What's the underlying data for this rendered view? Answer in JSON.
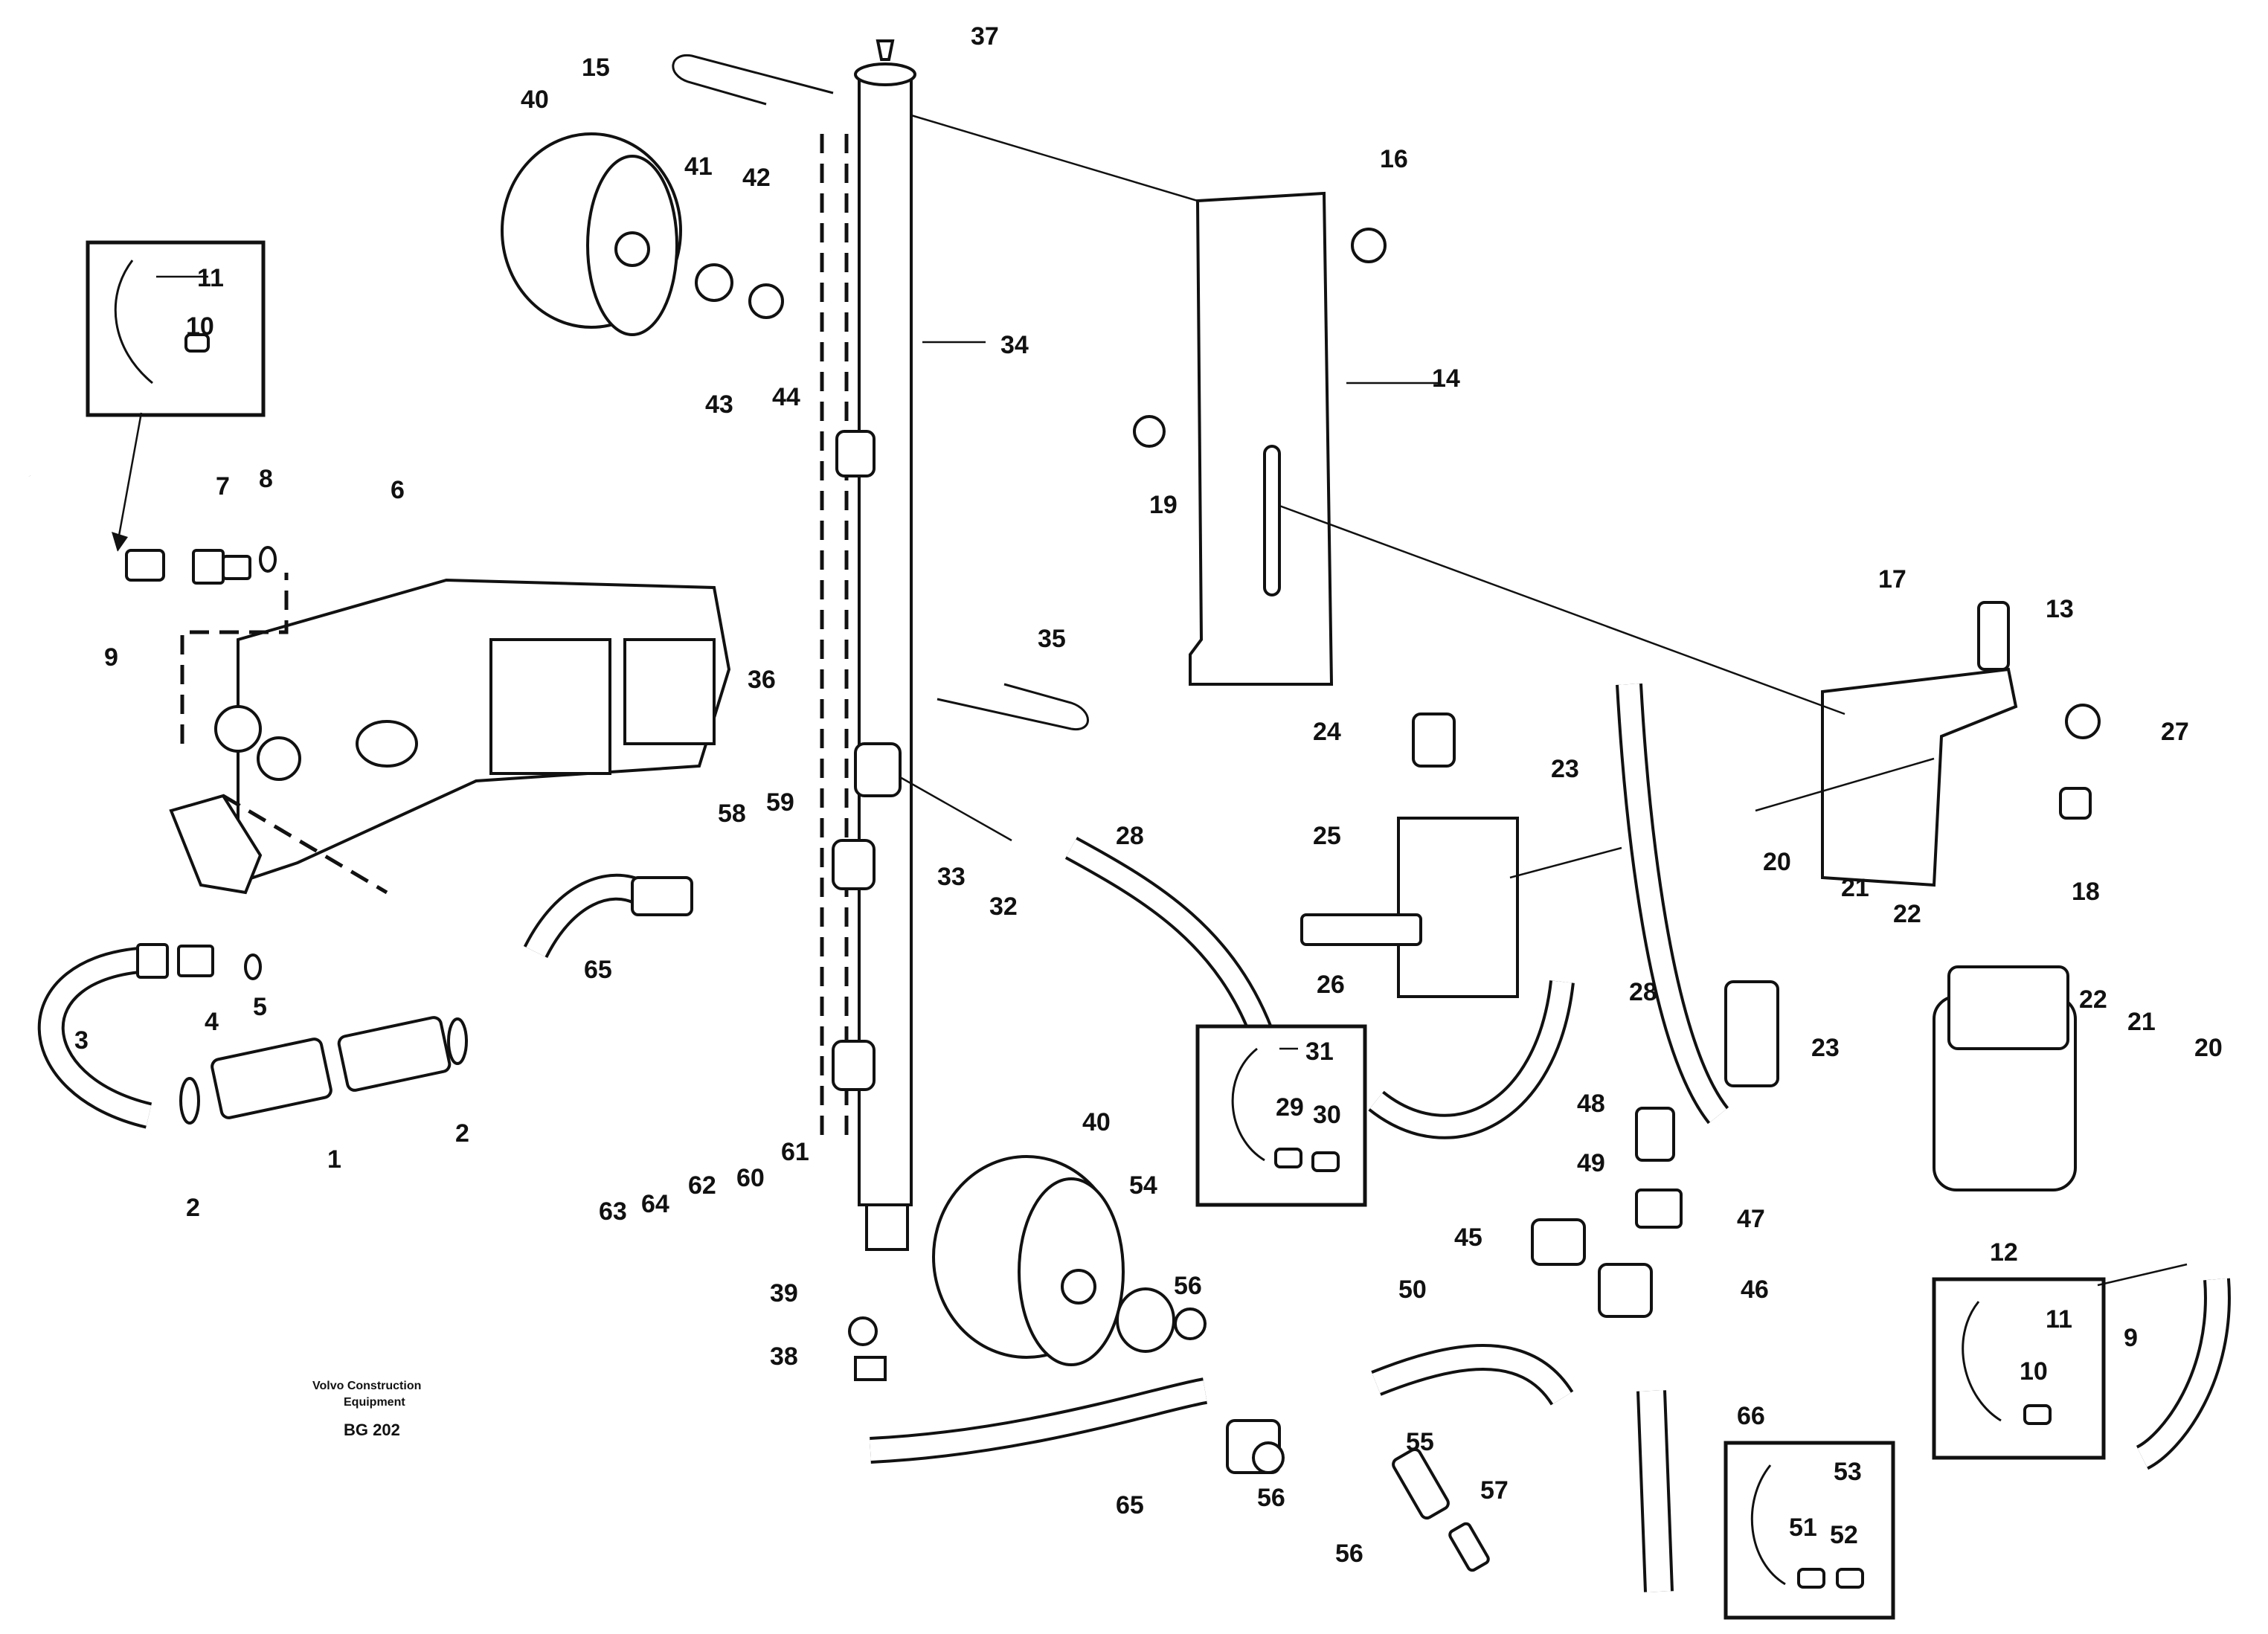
{
  "diagram": {
    "publisher_line1": "Volvo Construction",
    "publisher_line2": "Equipment",
    "code": "BG 202"
  },
  "callouts": {
    "c1": "1",
    "c2a": "2",
    "c2b": "2",
    "c3": "3",
    "c4": "4",
    "c5": "5",
    "c6": "6",
    "c7": "7",
    "c8": "8",
    "c9a": "9",
    "c9b": "9",
    "c10a": "10",
    "c10b": "10",
    "c11a": "11",
    "c11b": "11",
    "c12": "12",
    "c13": "13",
    "c14": "14",
    "c15": "15",
    "c16": "16",
    "c17": "17",
    "c18": "18",
    "c19": "19",
    "c20a": "20",
    "c20b": "20",
    "c21a": "21",
    "c21b": "21",
    "c22a": "22",
    "c22b": "22",
    "c23a": "23",
    "c23b": "23",
    "c24": "24",
    "c25": "25",
    "c26": "26",
    "c27": "27",
    "c28a": "28",
    "c28b": "28",
    "c29": "29",
    "c30": "30",
    "c31": "31",
    "c32": "32",
    "c33": "33",
    "c34": "34",
    "c35": "35",
    "c36": "36",
    "c37": "37",
    "c38": "38",
    "c39": "39",
    "c40a": "40",
    "c40b": "40",
    "c41": "41",
    "c42": "42",
    "c43": "43",
    "c44": "44",
    "c45": "45",
    "c46": "46",
    "c47": "47",
    "c48": "48",
    "c49": "49",
    "c50": "50",
    "c51": "51",
    "c52": "52",
    "c53": "53",
    "c54": "54",
    "c55": "55",
    "c56a": "56",
    "c56b": "56",
    "c56c": "56",
    "c57": "57",
    "c58": "58",
    "c59": "59",
    "c60": "60",
    "c61": "61",
    "c62": "62",
    "c63": "63",
    "c64": "64",
    "c65a": "65",
    "c65b": "65",
    "c66": "66"
  }
}
